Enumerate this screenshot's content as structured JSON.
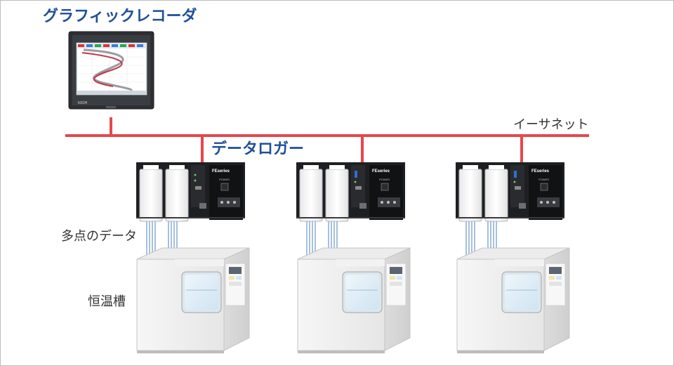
{
  "labels": {
    "recorder": "グラフィックレコーダ",
    "ethernet": "イーサネット",
    "logger": "データロガー",
    "multipoint": "多点のデータ",
    "chamber": "恒温槽"
  },
  "device_text": {
    "fe_brand": "FEseries",
    "power": "POWER",
    "recorder_brand": "KR2H"
  },
  "colors": {
    "ethernet_line": "#e5484d",
    "title_blue": "#1f4f9a",
    "signal_wire": "#8fb1d6"
  }
}
